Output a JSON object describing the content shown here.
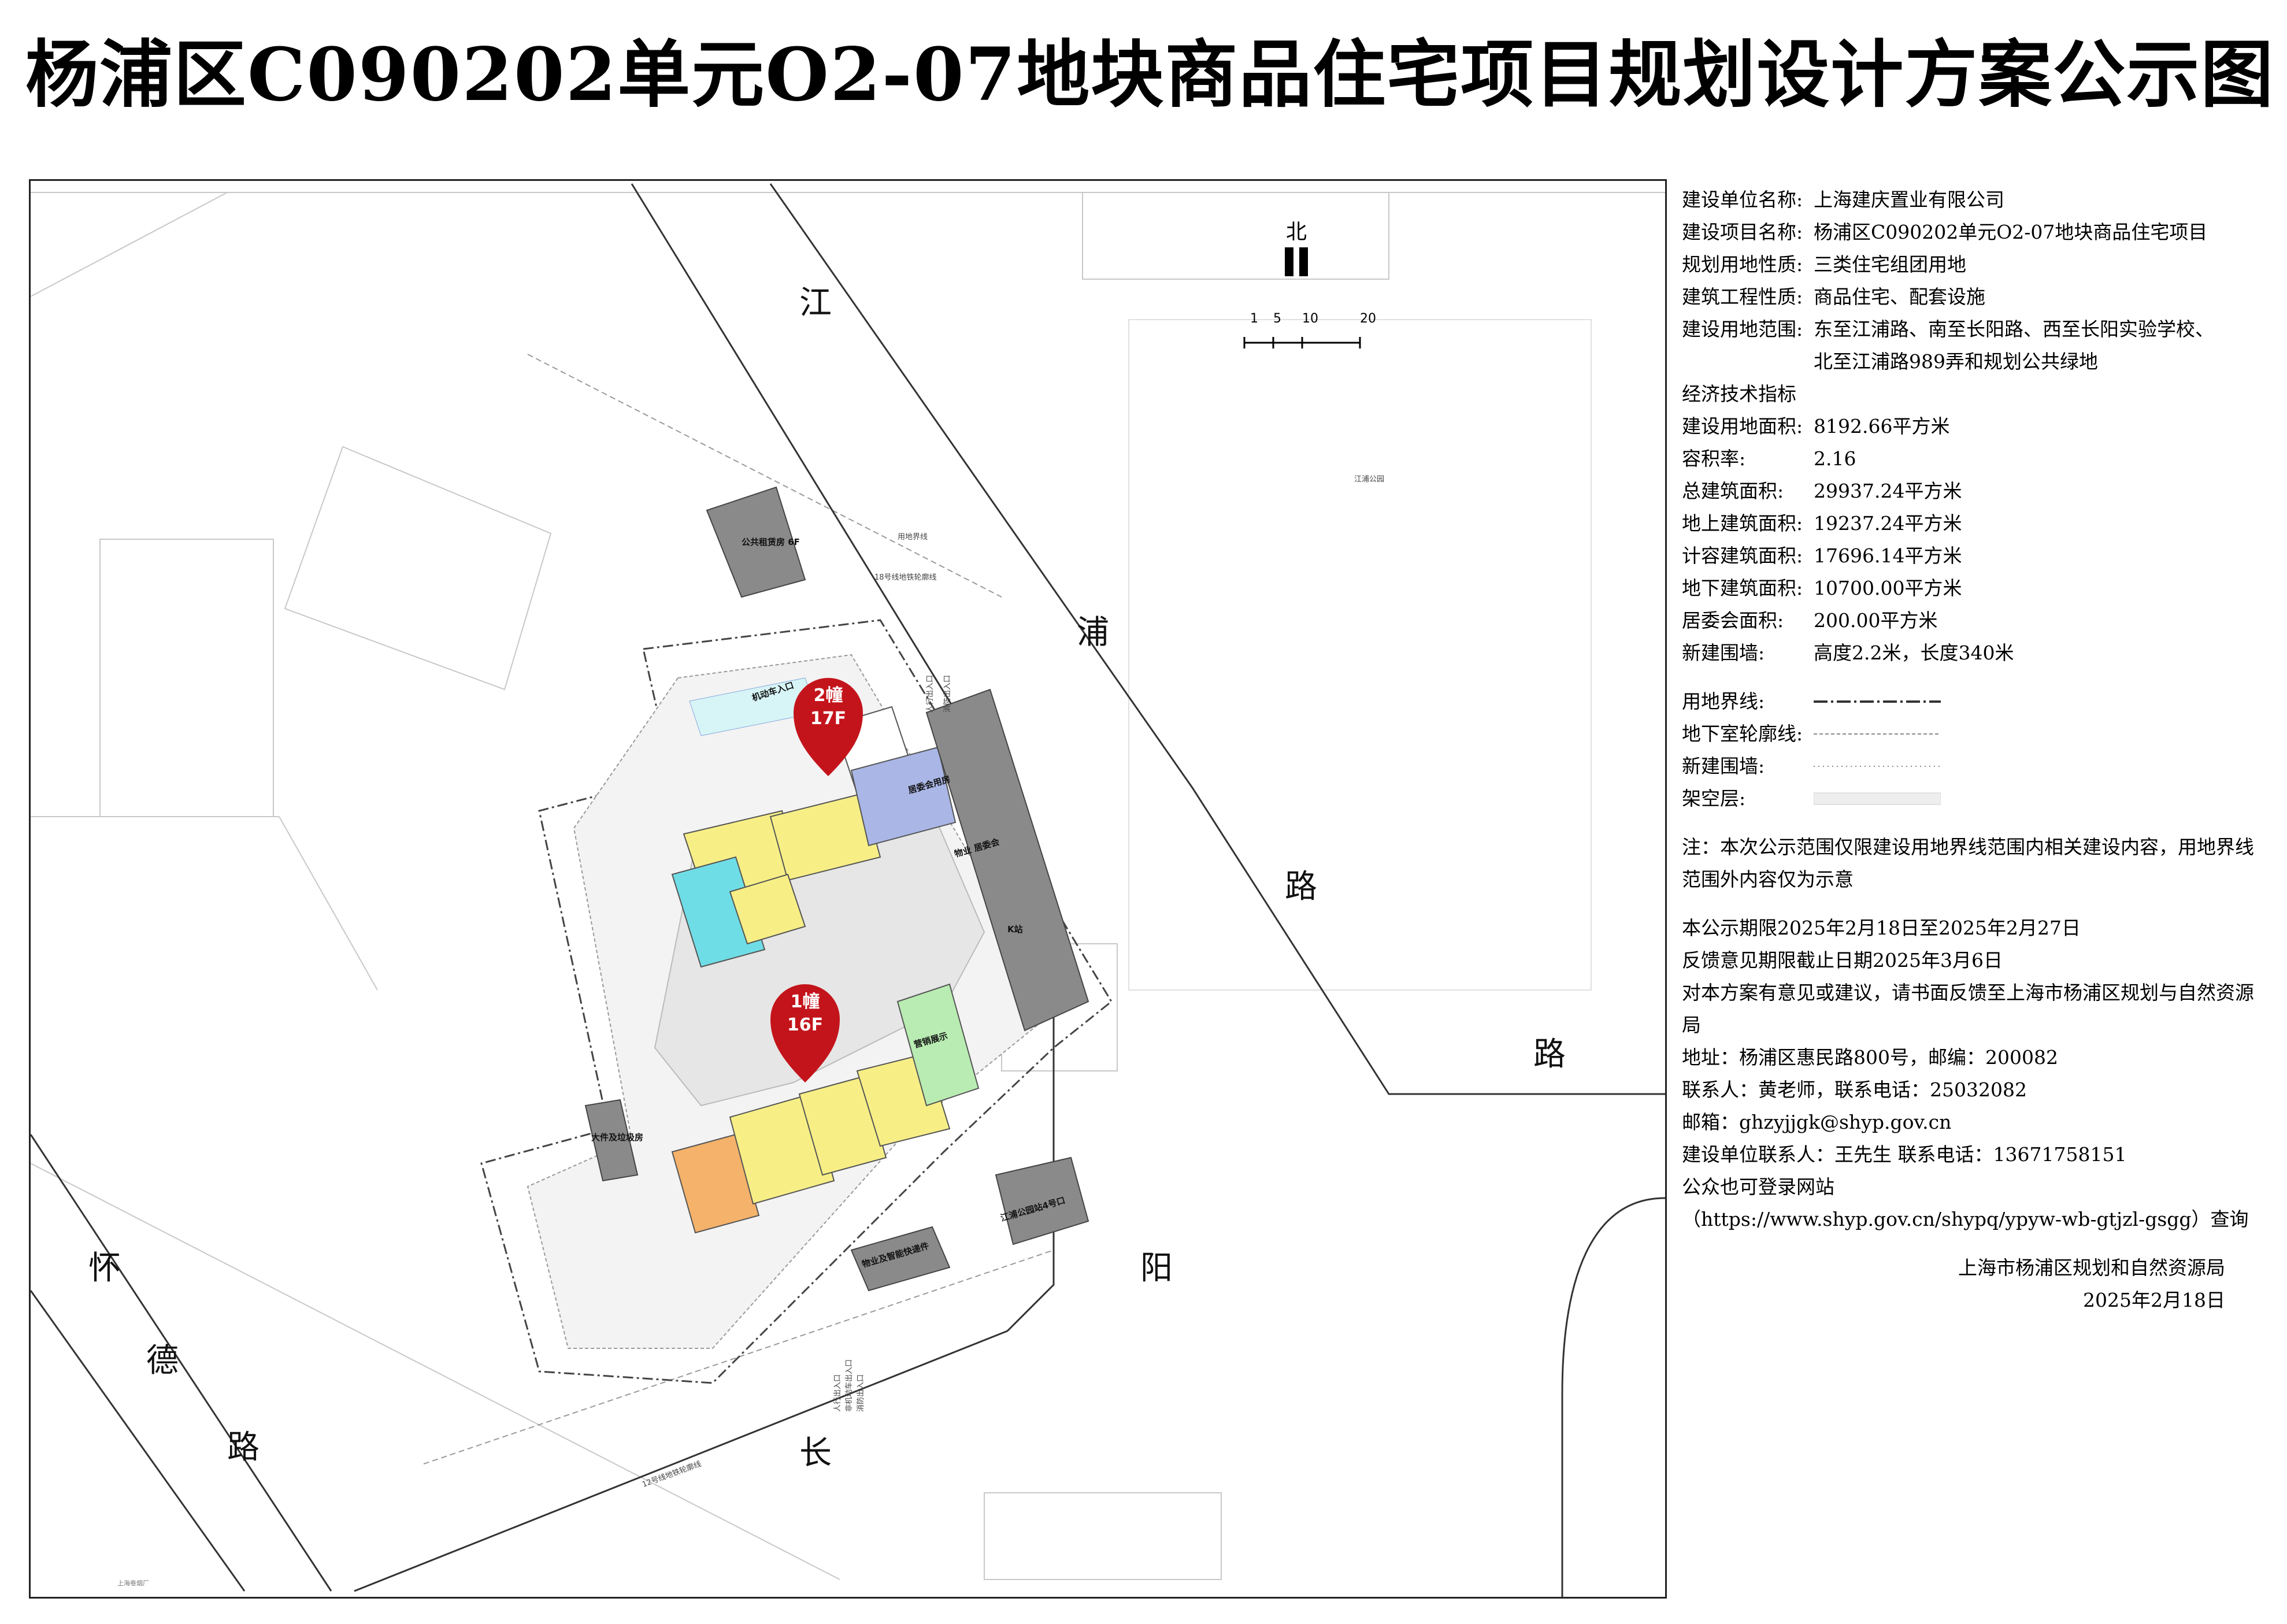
{
  "title": "杨浦区C090202单元O2-07地块商品住宅项目规划设计方案公示图",
  "map": {
    "north_label": "北",
    "scale_labels": [
      "1",
      "5",
      "10",
      "20"
    ],
    "roads": {
      "jiang": "江",
      "pu": "浦",
      "lu1": "路",
      "lu2": "路",
      "chang": "长",
      "yang": "阳",
      "huai": "怀",
      "de": "德",
      "lu3": "路"
    },
    "building_2": {
      "name": "2幢",
      "floors": "17F"
    },
    "building_1": {
      "name": "1幢",
      "floors": "16F"
    },
    "labels": {
      "public_toilet": "公共租赁房\n6F",
      "motor_entrance": "机动车入口",
      "community_room": "居委会用房",
      "property_room": "物业 居委会",
      "ka": "K站",
      "sales": "营销展示",
      "pedestrian_entrance": "人行出入口",
      "fire_entrance": "消防出入口",
      "pedestrian_entrance2": "人行出入口",
      "bike_entrance": "非机动车出入口",
      "fire_entrance2": "消防出入口",
      "property_smart": "物业及智能快递件",
      "jiangpu_park": "江浦公园站4号口",
      "garbage": "大件及垃圾房",
      "line18": "18号线地铁轮廓线",
      "line12": "12号线地铁轮廓线",
      "land_line": "用地界线",
      "jiangpu_garden": "江浦公园",
      "shanghai_tobacco": "上海卷烟厂"
    }
  },
  "info": {
    "builder_label": "建设单位名称:",
    "builder": "上海建庆置业有限公司",
    "project_label": "建设项目名称:",
    "project": "杨浦区C090202单元O2-07地块商品住宅项目",
    "land_use_label": "规划用地性质:",
    "land_use": "三类住宅组团用地",
    "nature_label": "建筑工程性质:",
    "nature": "商品住宅、配套设施",
    "scope_label": "建设用地范围:",
    "scope_line1": "东至江浦路、南至长阳路、西至长阳实验学校、",
    "scope_line2": "北至江浦路989弄和规划公共绿地",
    "econ_title": "经济技术指标",
    "metrics": [
      {
        "k": "建设用地面积:",
        "v": "8192.66平方米"
      },
      {
        "k": "容积率:",
        "v": "2.16"
      },
      {
        "k": "总建筑面积:",
        "v": "29937.24平方米"
      },
      {
        "k": "地上建筑面积:",
        "v": "19237.24平方米"
      },
      {
        "k": "计容建筑面积:",
        "v": "17696.14平方米"
      },
      {
        "k": "地下建筑面积:",
        "v": "10700.00平方米"
      },
      {
        "k": "居委会面积:",
        "v": "200.00平方米"
      },
      {
        "k": "新建围墙:",
        "v": "高度2.2米，长度340米"
      }
    ],
    "legend": [
      {
        "k": "用地界线:"
      },
      {
        "k": "地下室轮廓线:"
      },
      {
        "k": "新建围墙:"
      },
      {
        "k": "架空层:"
      }
    ],
    "note": "注：本次公示范围仅限建设用地界线范围内相关建设内容，用地界线范围外内容仅为示意",
    "period": "本公示期限2025年2月18日至2025年2月27日",
    "deadline": "反馈意见期限截止日期2025年3月6日",
    "feedback": "对本方案有意见或建议，请书面反馈至上海市杨浦区规划与自然资源局",
    "address": "地址：杨浦区惠民路800号，邮编：200082",
    "contact": "联系人：黄老师，联系电话：25032082",
    "email": "邮箱：ghzyjjgk@shyp.gov.cn",
    "builder_contact": "建设单位联系人：王先生      联系电话：13671758151",
    "website_line": "公众也可登录网站",
    "website": "（https://www.shyp.gov.cn/shypq/ypyw-wb-gtjzl-gsgg）查询",
    "issuer": "上海市杨浦区规划和自然资源局",
    "date": "2025年2月18日"
  },
  "colors": {
    "yellow": "#f7ef86",
    "cyan": "#6fdde6",
    "blue": "#a9b6e6",
    "orange": "#f5b26a",
    "green": "#b9ecb2",
    "gray": "#8a8a8a",
    "marker": "#c4141b"
  }
}
